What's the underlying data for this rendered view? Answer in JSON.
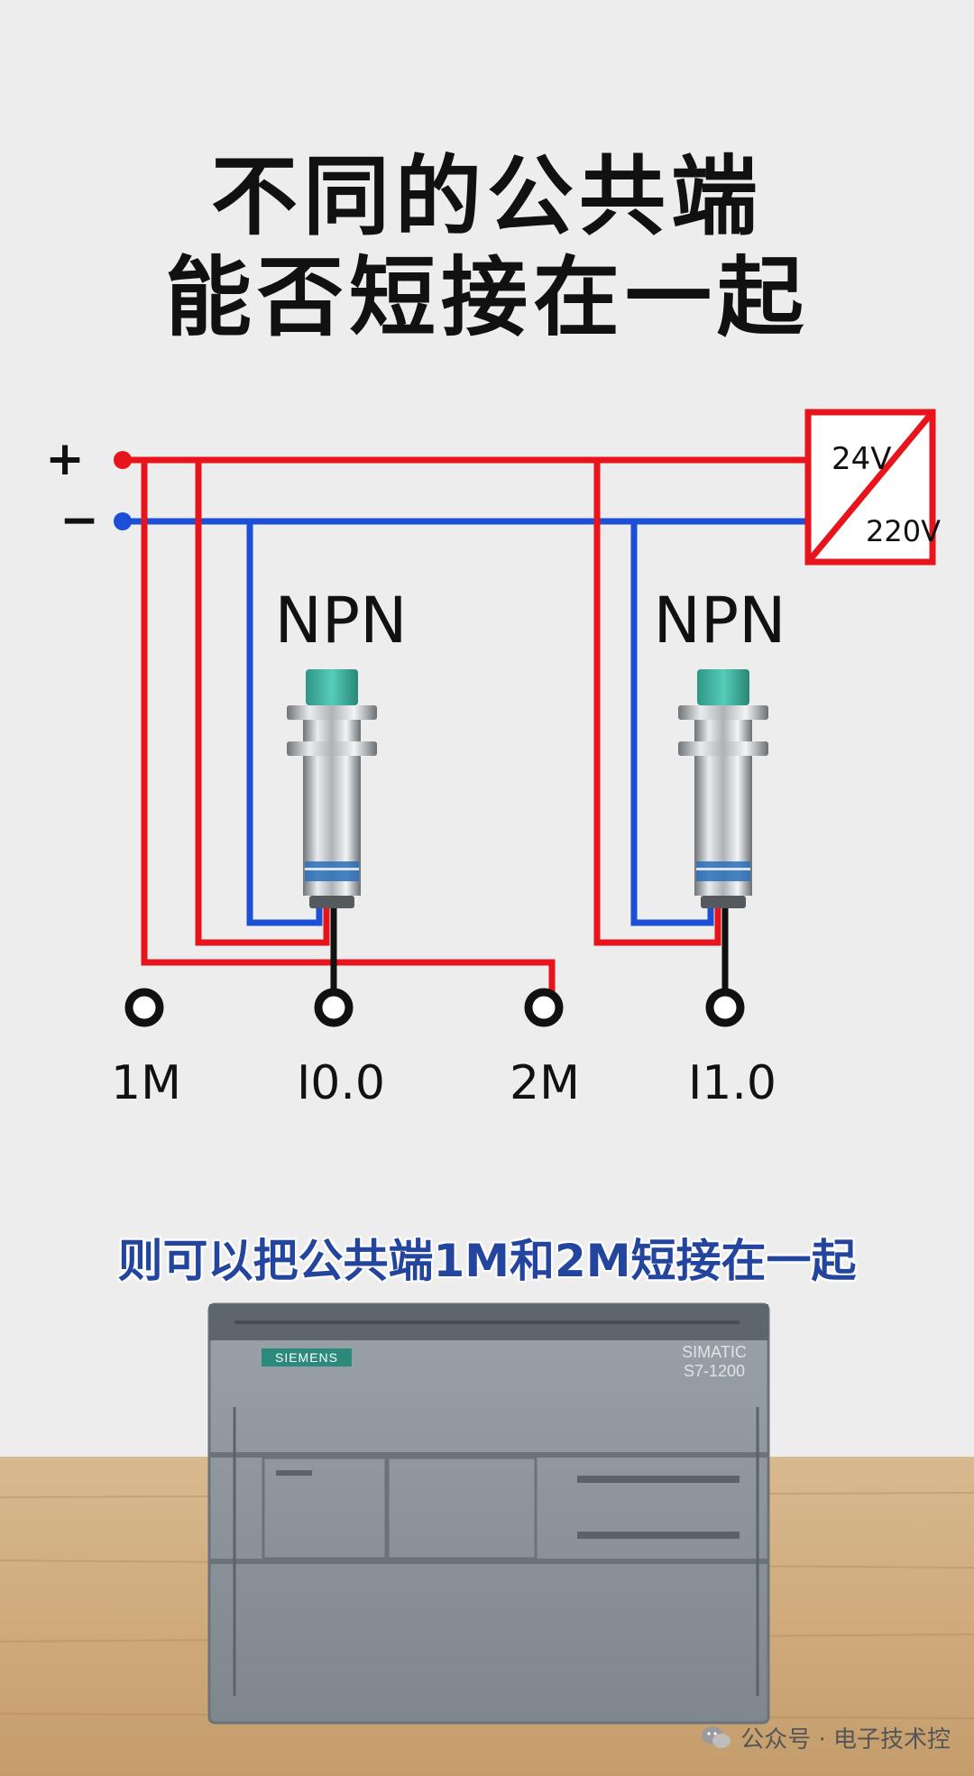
{
  "title": {
    "line1": "不同的公共端",
    "line2": "能否短接在一起"
  },
  "rails": {
    "plus": "+",
    "minus": "−"
  },
  "power_supply": {
    "dc_label": "24V",
    "ac_label": "220V"
  },
  "sensors": [
    {
      "type_label": "NPN"
    },
    {
      "type_label": "NPN"
    }
  ],
  "terminals": [
    "1M",
    "I0.0",
    "2M",
    "I1.0"
  ],
  "caption": "则可以把公共端1M和2M短接在一起",
  "plc": {
    "brand": "SIEMENS",
    "model_line1": "SIMATIC",
    "model_line2": "S7-1200"
  },
  "watermark": "公众号 · 电子技术控",
  "colors": {
    "positive_wire": "#e8141c",
    "negative_wire": "#1a4fd6",
    "signal_wire": "#111111",
    "caption_text": "#24459e",
    "sensor_cap": "#3fb8a6",
    "plc_body": "#8e979f"
  }
}
